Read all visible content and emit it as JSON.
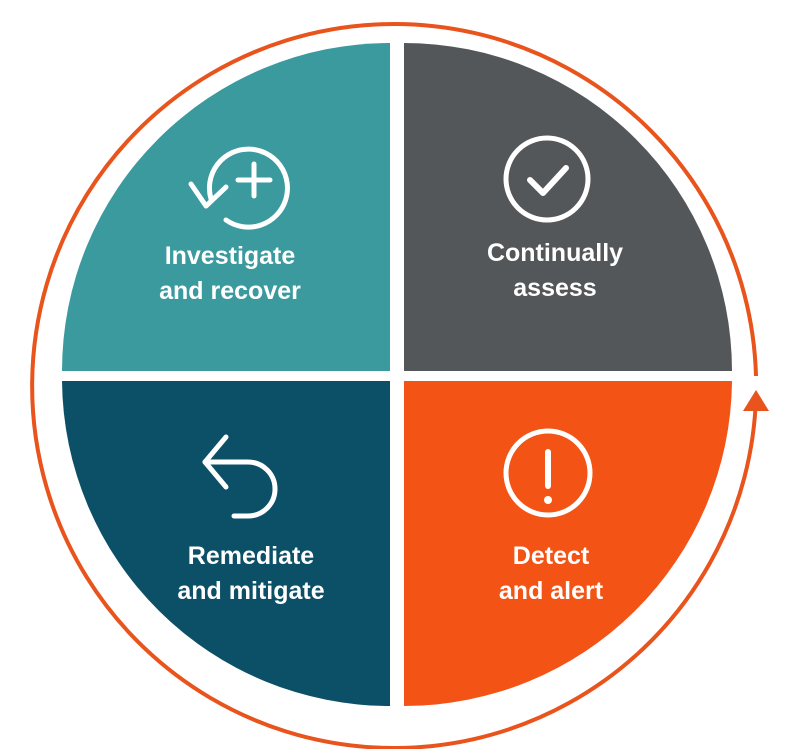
{
  "diagram": {
    "quadrants": [
      {
        "id": "investigate",
        "label_line1": "Investigate",
        "label_line2": "and recover",
        "icon": "undo-plus-icon",
        "color": "#3A9A9E"
      },
      {
        "id": "assess",
        "label_line1": "Continually",
        "label_line2": "assess",
        "icon": "check-circle-icon",
        "color": "#545759"
      },
      {
        "id": "remediate",
        "label_line1": "Remediate",
        "label_line2": "and mitigate",
        "icon": "undo-arrow-icon",
        "color": "#0C5068"
      },
      {
        "id": "detect",
        "label_line1": "Detect",
        "label_line2": "and alert",
        "icon": "alert-circle-icon",
        "color": "#F35314"
      }
    ],
    "cycle_ring": {
      "color": "#E8541C",
      "direction": "clockwise",
      "arrowhead_icon": "arrowhead-up-icon"
    }
  }
}
